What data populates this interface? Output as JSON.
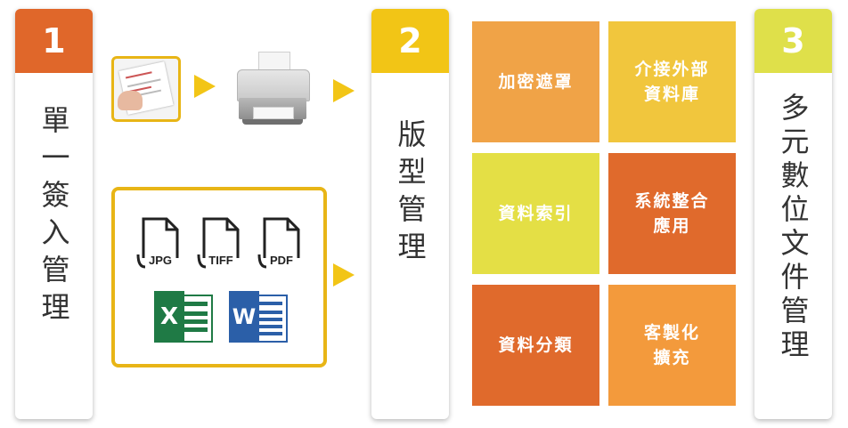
{
  "steps": [
    {
      "number": "1",
      "label": "單一簽入管理"
    },
    {
      "number": "2",
      "label": "版型管理"
    },
    {
      "number": "3",
      "label": "多元數位文件管理"
    }
  ],
  "formats": [
    "JPG",
    "TIFF",
    "PDF"
  ],
  "office_apps": [
    {
      "letter": "X",
      "icon": "excel-icon"
    },
    {
      "letter": "W",
      "icon": "word-icon"
    }
  ],
  "tiles": [
    {
      "label": "加密遮罩",
      "color": "#f0a347"
    },
    {
      "label": "介接外部\n資料庫",
      "color": "#f1c63d"
    },
    {
      "label": "資料索引",
      "color": "#e4df45"
    },
    {
      "label": "系統整合\n應用",
      "color": "#e06a2c"
    },
    {
      "label": "資料分類",
      "color": "#e06a2c"
    },
    {
      "label": "客製化\n擴充",
      "color": "#f39a3c"
    }
  ],
  "colors": {
    "step1": "#e0672a",
    "step2": "#f2c516",
    "step3": "#dfe04a",
    "frame": "#e8b516",
    "arrow": "#f2c516"
  }
}
